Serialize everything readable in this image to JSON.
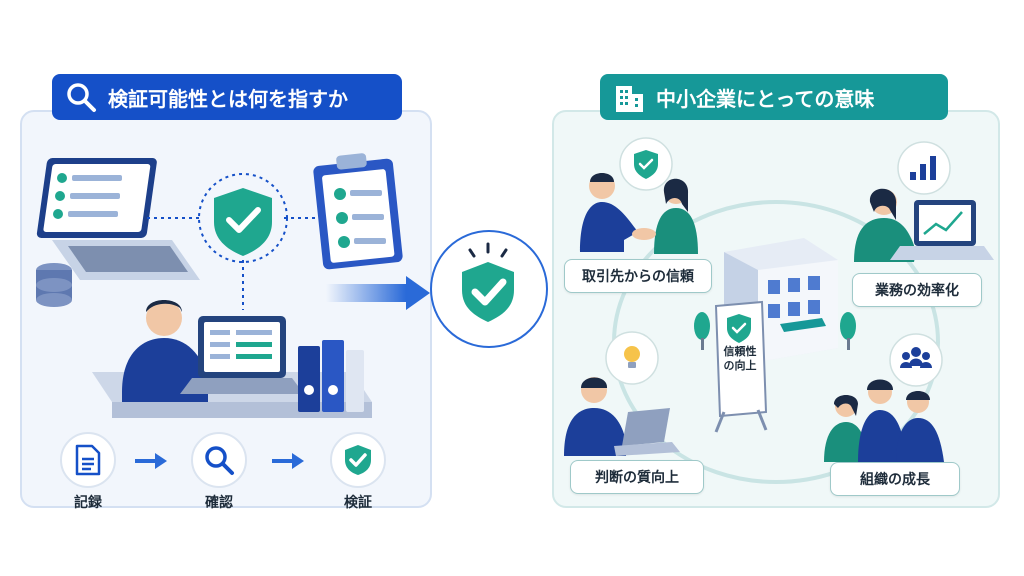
{
  "left_section": {
    "title": "検証可能性とは何を指すか",
    "steps": [
      {
        "label": "記録",
        "icon": "document-icon"
      },
      {
        "label": "確認",
        "icon": "magnifier-icon"
      },
      {
        "label": "検証",
        "icon": "shield-check-icon"
      }
    ]
  },
  "right_section": {
    "title": "中小企業にとっての意味",
    "benefits": [
      {
        "label": "取引先からの信頼"
      },
      {
        "label": "業務の効率化"
      },
      {
        "label": "判断の質向上"
      },
      {
        "label": "組織の成長"
      }
    ],
    "sign_text": "信頼性の向上"
  },
  "colors": {
    "blue": "#1550c8",
    "teal": "#169898",
    "shield_teal": "#1fa78f"
  }
}
